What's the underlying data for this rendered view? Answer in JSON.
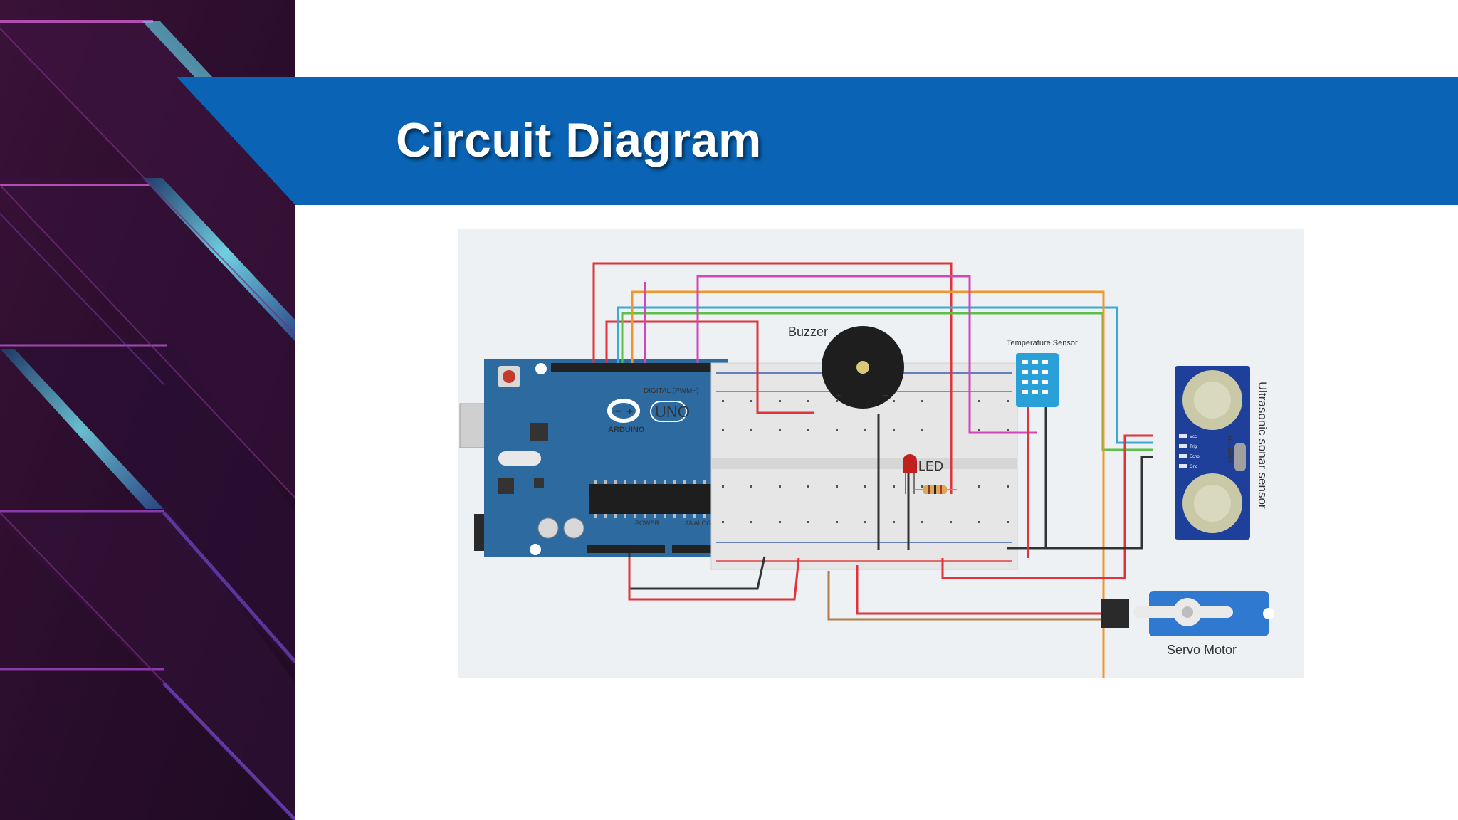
{
  "slide": {
    "title": "Circuit Diagram"
  },
  "diagram": {
    "labels": {
      "buzzer": "Buzzer",
      "temperature_sensor": "Temperature Sensor",
      "led": "LED",
      "ultrasonic": "Ultrasonic sonar sensor",
      "servo": "Servo Motor"
    },
    "board": {
      "brand": "ARDUINO",
      "model": "UNO",
      "digital": "DIGITAL (PWM~)",
      "power": "POWER",
      "analog": "ANALOG IN"
    },
    "sensor_model": "HC-SR04",
    "sensor_pins": [
      "Vcc",
      "Trig",
      "Echo",
      "Gnd"
    ]
  },
  "colors": {
    "title_band": "#0a63b4",
    "side_bg": "#2a0f2a",
    "arduino": "#2c6aa0",
    "breadboard": "#e6e6e6",
    "wire_red": "#e0333a",
    "wire_magenta": "#d146b8",
    "wire_orange": "#f0962a",
    "wire_green": "#5bbf4a",
    "wire_blue": "#3aa9d6",
    "wire_black": "#333333",
    "wire_brown": "#b07a4a"
  }
}
